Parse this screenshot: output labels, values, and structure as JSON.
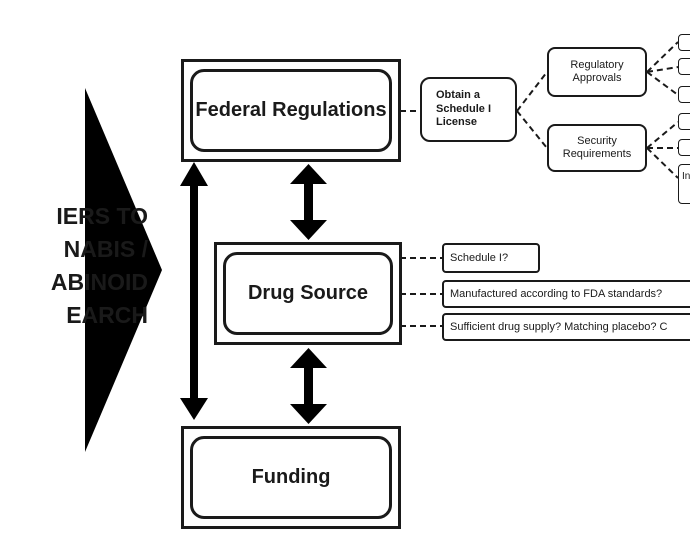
{
  "diagram": {
    "barrier_lines": [
      "IERS TO",
      "NABIS /",
      "ABINOID",
      "EARCH"
    ],
    "nodes": {
      "federal_regulations": "Federal Regulations",
      "drug_source": "Drug Source",
      "funding": "Funding",
      "schedule_license": "Obtain a Schedule I License",
      "regulatory_approvals": "Regulatory Approvals",
      "security_requirements": "Security Requirements"
    },
    "drug_source_questions": [
      "Schedule I?",
      "Manufactured  according to FDA standards?",
      "Sufficient drug supply? Matching placebo? C"
    ],
    "leaf_partial_text": "In"
  }
}
